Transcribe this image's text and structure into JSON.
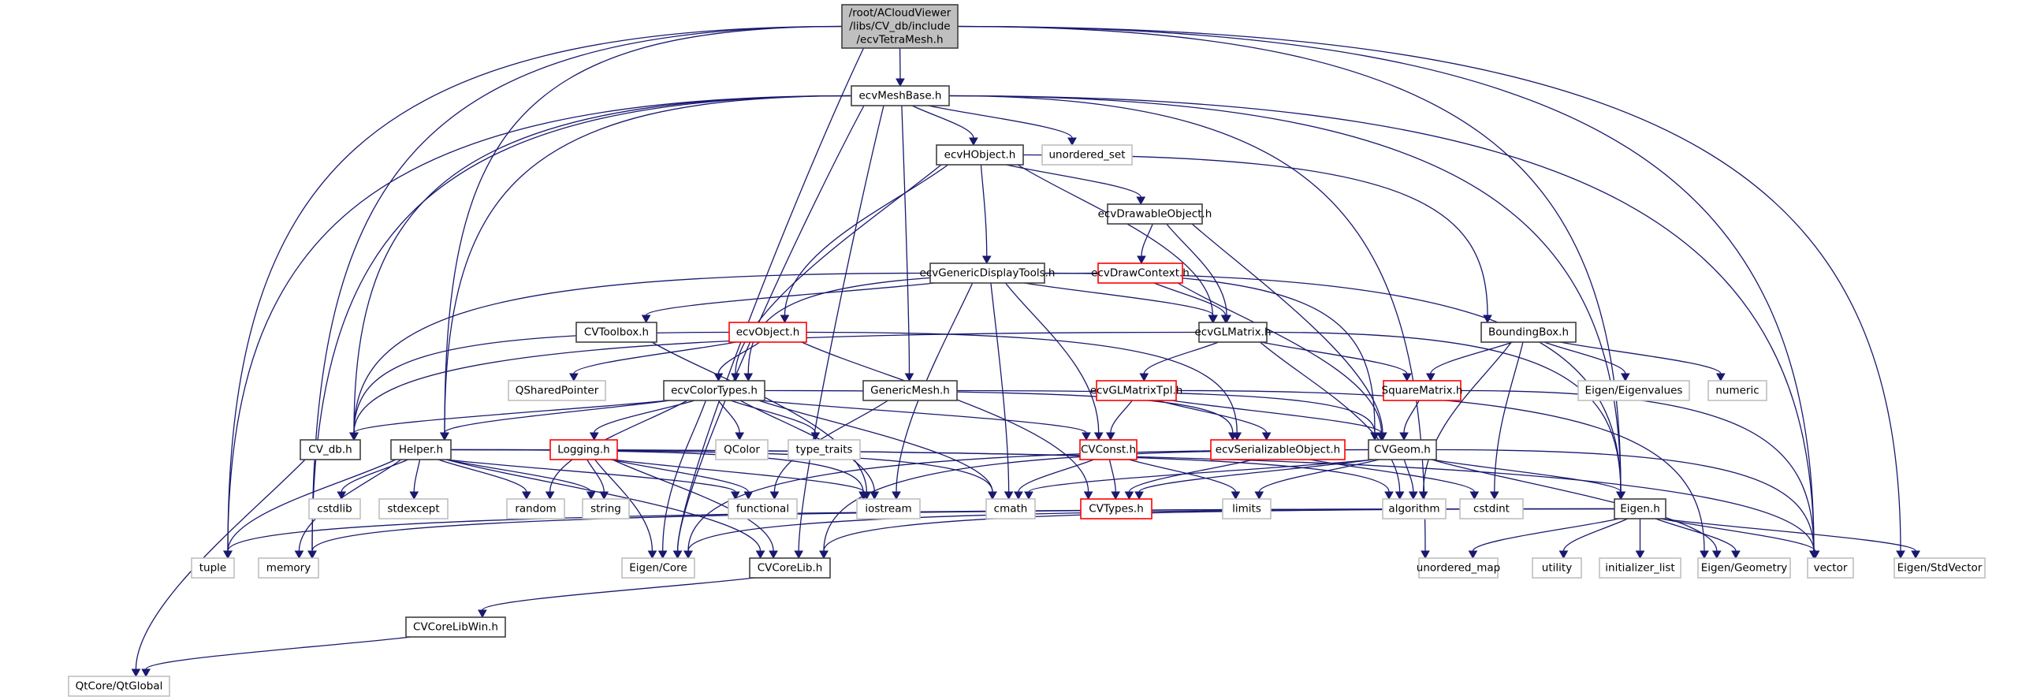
{
  "title": "Include dependency graph for ecvTetraMesh.h",
  "colors": {
    "edge": "#191970",
    "root_fill": "#bfbfbf",
    "documented_border": "#404040",
    "truncated_border": "#ff0000",
    "external_border": "#bfbfbf"
  },
  "nodes": [
    {
      "id": "ecvTetraMesh",
      "lines": [
        "/root/ACloudViewer",
        "/libs/CV_db/include",
        "/ecvTetraMesh.h"
      ],
      "kind": "root"
    },
    {
      "id": "ecvMeshBase",
      "lines": [
        "ecvMeshBase.h"
      ],
      "kind": "doc"
    },
    {
      "id": "ecvHObject",
      "lines": [
        "ecvHObject.h"
      ],
      "kind": "doc"
    },
    {
      "id": "unordered_set",
      "lines": [
        "unordered_set"
      ],
      "kind": "ext"
    },
    {
      "id": "ecvDrawableObject",
      "lines": [
        "ecvDrawableObject.h"
      ],
      "kind": "doc"
    },
    {
      "id": "ecvGenericDisplayTools",
      "lines": [
        "ecvGenericDisplayTools.h"
      ],
      "kind": "doc"
    },
    {
      "id": "ecvDrawContext",
      "lines": [
        "ecvDrawContext.h"
      ],
      "kind": "red"
    },
    {
      "id": "CVToolbox",
      "lines": [
        "CVToolbox.h"
      ],
      "kind": "doc"
    },
    {
      "id": "ecvObject",
      "lines": [
        "ecvObject.h"
      ],
      "kind": "red"
    },
    {
      "id": "ecvGLMatrix",
      "lines": [
        "ecvGLMatrix.h"
      ],
      "kind": "doc"
    },
    {
      "id": "BoundingBox",
      "lines": [
        "BoundingBox.h"
      ],
      "kind": "doc"
    },
    {
      "id": "QSharedPointer",
      "lines": [
        "QSharedPointer"
      ],
      "kind": "ext"
    },
    {
      "id": "ecvColorTypes",
      "lines": [
        "ecvColorTypes.h"
      ],
      "kind": "doc"
    },
    {
      "id": "GenericMesh",
      "lines": [
        "GenericMesh.h"
      ],
      "kind": "doc"
    },
    {
      "id": "ecvGLMatrixTpl",
      "lines": [
        "ecvGLMatrixTpl.h"
      ],
      "kind": "red"
    },
    {
      "id": "SquareMatrix",
      "lines": [
        "SquareMatrix.h"
      ],
      "kind": "red"
    },
    {
      "id": "Eigen_Eigenvalues",
      "lines": [
        "Eigen/Eigenvalues"
      ],
      "kind": "ext"
    },
    {
      "id": "numeric",
      "lines": [
        "numeric"
      ],
      "kind": "ext"
    },
    {
      "id": "CV_db",
      "lines": [
        "CV_db.h"
      ],
      "kind": "doc"
    },
    {
      "id": "Helper",
      "lines": [
        "Helper.h"
      ],
      "kind": "doc"
    },
    {
      "id": "Logging",
      "lines": [
        "Logging.h"
      ],
      "kind": "red"
    },
    {
      "id": "QColor",
      "lines": [
        "QColor"
      ],
      "kind": "ext"
    },
    {
      "id": "type_traits",
      "lines": [
        "type_traits"
      ],
      "kind": "ext"
    },
    {
      "id": "CVConst",
      "lines": [
        "CVConst.h"
      ],
      "kind": "red"
    },
    {
      "id": "ecvSerializableObject",
      "lines": [
        "ecvSerializableObject.h"
      ],
      "kind": "red"
    },
    {
      "id": "CVGeom",
      "lines": [
        "CVGeom.h"
      ],
      "kind": "doc"
    },
    {
      "id": "cstdlib",
      "lines": [
        "cstdlib"
      ],
      "kind": "ext"
    },
    {
      "id": "stdexcept",
      "lines": [
        "stdexcept"
      ],
      "kind": "ext"
    },
    {
      "id": "random",
      "lines": [
        "random"
      ],
      "kind": "ext"
    },
    {
      "id": "string",
      "lines": [
        "string"
      ],
      "kind": "ext"
    },
    {
      "id": "functional",
      "lines": [
        "functional"
      ],
      "kind": "ext"
    },
    {
      "id": "iostream",
      "lines": [
        "iostream"
      ],
      "kind": "ext"
    },
    {
      "id": "cmath",
      "lines": [
        "cmath"
      ],
      "kind": "ext"
    },
    {
      "id": "CVTypes",
      "lines": [
        "CVTypes.h"
      ],
      "kind": "red"
    },
    {
      "id": "limits",
      "lines": [
        "limits"
      ],
      "kind": "ext"
    },
    {
      "id": "algorithm",
      "lines": [
        "algorithm"
      ],
      "kind": "ext"
    },
    {
      "id": "cstdint",
      "lines": [
        "cstdint"
      ],
      "kind": "ext"
    },
    {
      "id": "Eigen",
      "lines": [
        "Eigen.h"
      ],
      "kind": "doc"
    },
    {
      "id": "tuple",
      "lines": [
        "tuple"
      ],
      "kind": "ext"
    },
    {
      "id": "memory",
      "lines": [
        "memory"
      ],
      "kind": "ext"
    },
    {
      "id": "Eigen_Core",
      "lines": [
        "Eigen/Core"
      ],
      "kind": "ext"
    },
    {
      "id": "CVCoreLib",
      "lines": [
        "CVCoreLib.h"
      ],
      "kind": "doc"
    },
    {
      "id": "unordered_map",
      "lines": [
        "unordered_map"
      ],
      "kind": "ext"
    },
    {
      "id": "utility",
      "lines": [
        "utility"
      ],
      "kind": "ext"
    },
    {
      "id": "initializer_list",
      "lines": [
        "initializer_list"
      ],
      "kind": "ext"
    },
    {
      "id": "Eigen_Geometry",
      "lines": [
        "Eigen/Geometry"
      ],
      "kind": "ext"
    },
    {
      "id": "vector",
      "lines": [
        "vector"
      ],
      "kind": "ext"
    },
    {
      "id": "Eigen_StdVector",
      "lines": [
        "Eigen/StdVector"
      ],
      "kind": "ext"
    },
    {
      "id": "CVCoreLibWin",
      "lines": [
        "CVCoreLibWin.h"
      ],
      "kind": "doc"
    },
    {
      "id": "QtCore_QtGlobal",
      "lines": [
        "QtCore/QtGlobal"
      ],
      "kind": "ext"
    }
  ],
  "edges": [
    [
      "ecvTetraMesh",
      "ecvMeshBase"
    ],
    [
      "ecvTetraMesh",
      "Helper"
    ],
    [
      "ecvTetraMesh",
      "tuple"
    ],
    [
      "ecvTetraMesh",
      "memory"
    ],
    [
      "ecvTetraMesh",
      "Eigen_Core"
    ],
    [
      "ecvTetraMesh",
      "Eigen"
    ],
    [
      "ecvTetraMesh",
      "vector"
    ],
    [
      "ecvTetraMesh",
      "Eigen_StdVector"
    ],
    [
      "ecvMeshBase",
      "ecvHObject"
    ],
    [
      "ecvMeshBase",
      "unordered_set"
    ],
    [
      "ecvMeshBase",
      "GenericMesh"
    ],
    [
      "ecvMeshBase",
      "CV_db"
    ],
    [
      "ecvMeshBase",
      "Helper"
    ],
    [
      "ecvMeshBase",
      "tuple"
    ],
    [
      "ecvMeshBase",
      "memory"
    ],
    [
      "ecvMeshBase",
      "Eigen_Core"
    ],
    [
      "ecvMeshBase",
      "Eigen"
    ],
    [
      "ecvMeshBase",
      "vector"
    ],
    [
      "ecvMeshBase",
      "unordered_map"
    ],
    [
      "ecvMeshBase",
      "CVCoreLib"
    ],
    [
      "ecvHObject",
      "ecvDrawableObject"
    ],
    [
      "ecvHObject",
      "ecvGenericDisplayTools"
    ],
    [
      "ecvHObject",
      "ecvObject"
    ],
    [
      "ecvHObject",
      "ecvGLMatrix"
    ],
    [
      "ecvHObject",
      "BoundingBox"
    ],
    [
      "ecvHObject",
      "ecvColorTypes"
    ],
    [
      "ecvDrawableObject",
      "ecvDrawContext"
    ],
    [
      "ecvDrawableObject",
      "ecvGLMatrix"
    ],
    [
      "ecvDrawableObject",
      "CVGeom"
    ],
    [
      "ecvGenericDisplayTools",
      "CVToolbox"
    ],
    [
      "ecvGenericDisplayTools",
      "ecvGLMatrix"
    ],
    [
      "ecvGenericDisplayTools",
      "CV_db"
    ],
    [
      "ecvGenericDisplayTools",
      "CVConst"
    ],
    [
      "ecvGenericDisplayTools",
      "iostream"
    ],
    [
      "ecvGenericDisplayTools",
      "cmath"
    ],
    [
      "ecvGenericDisplayTools",
      "CVGeom"
    ],
    [
      "ecvGenericDisplayTools",
      "Eigen"
    ],
    [
      "ecvDrawContext",
      "ecvGLMatrix"
    ],
    [
      "ecvDrawContext",
      "ecvColorTypes"
    ],
    [
      "ecvDrawContext",
      "CVGeom"
    ],
    [
      "CVToolbox",
      "iostream"
    ],
    [
      "ecvObject",
      "QSharedPointer"
    ],
    [
      "ecvObject",
      "ecvColorTypes"
    ],
    [
      "ecvObject",
      "CV_db"
    ],
    [
      "ecvObject",
      "ecvSerializableObject"
    ],
    [
      "ecvObject",
      "CVTypes"
    ],
    [
      "ecvGLMatrix",
      "ecvGLMatrixTpl"
    ],
    [
      "ecvGLMatrix",
      "SquareMatrix"
    ],
    [
      "ecvGLMatrix",
      "CV_db"
    ],
    [
      "ecvGLMatrix",
      "algorithm"
    ],
    [
      "ecvGLMatrix",
      "Eigen"
    ],
    [
      "BoundingBox",
      "SquareMatrix"
    ],
    [
      "BoundingBox",
      "Eigen_Eigenvalues"
    ],
    [
      "BoundingBox",
      "numeric"
    ],
    [
      "BoundingBox",
      "cstdint"
    ],
    [
      "BoundingBox",
      "algorithm"
    ],
    [
      "ecvColorTypes",
      "CV_db"
    ],
    [
      "ecvColorTypes",
      "Helper"
    ],
    [
      "ecvColorTypes",
      "Logging"
    ],
    [
      "ecvColorTypes",
      "QColor"
    ],
    [
      "ecvColorTypes",
      "type_traits"
    ],
    [
      "ecvColorTypes",
      "CVConst"
    ],
    [
      "ecvColorTypes",
      "ecvSerializableObject"
    ],
    [
      "ecvColorTypes",
      "random"
    ],
    [
      "ecvColorTypes",
      "cmath"
    ],
    [
      "ecvColorTypes",
      "Eigen_Core"
    ],
    [
      "ecvColorTypes",
      "iostream"
    ],
    [
      "GenericMesh",
      "CVGeom"
    ],
    [
      "GenericMesh",
      "functional"
    ],
    [
      "ecvGLMatrixTpl",
      "CVConst"
    ],
    [
      "ecvGLMatrixTpl",
      "ecvSerializableObject"
    ],
    [
      "ecvGLMatrixTpl",
      "CVGeom"
    ],
    [
      "ecvGLMatrixTpl",
      "Eigen_Geometry"
    ],
    [
      "SquareMatrix",
      "CVGeom"
    ],
    [
      "SquareMatrix",
      "vector"
    ],
    [
      "CV_db",
      "QtCore_QtGlobal"
    ],
    [
      "Helper",
      "cstdlib"
    ],
    [
      "Helper",
      "stdexcept"
    ],
    [
      "Helper",
      "random"
    ],
    [
      "Helper",
      "string"
    ],
    [
      "Helper",
      "functional"
    ],
    [
      "Helper",
      "iostream"
    ],
    [
      "Helper",
      "cmath"
    ],
    [
      "Helper",
      "tuple"
    ],
    [
      "Helper",
      "memory"
    ],
    [
      "Helper",
      "CVCoreLib"
    ],
    [
      "Helper",
      "vector"
    ],
    [
      "Helper",
      "algorithm"
    ],
    [
      "Logging",
      "string"
    ],
    [
      "Logging",
      "functional"
    ],
    [
      "Logging",
      "iostream"
    ],
    [
      "Logging",
      "Eigen_Core"
    ],
    [
      "Logging",
      "CVCoreLib"
    ],
    [
      "CVConst",
      "CVTypes"
    ],
    [
      "CVConst",
      "limits"
    ],
    [
      "CVConst",
      "cmath"
    ],
    [
      "ecvSerializableObject",
      "CVTypes"
    ],
    [
      "ecvSerializableObject",
      "cstdint"
    ],
    [
      "CVGeom",
      "CVTypes"
    ],
    [
      "CVGeom",
      "limits"
    ],
    [
      "CVGeom",
      "algorithm"
    ],
    [
      "CVGeom",
      "cmath"
    ],
    [
      "CVGeom",
      "Eigen"
    ],
    [
      "CVGeom",
      "Eigen_Core"
    ],
    [
      "CVGeom",
      "CVCoreLib"
    ],
    [
      "CVGeom",
      "vector"
    ],
    [
      "CVGeom",
      "Eigen_Geometry"
    ],
    [
      "Eigen",
      "tuple"
    ],
    [
      "Eigen",
      "memory"
    ],
    [
      "Eigen",
      "Eigen_Core"
    ],
    [
      "Eigen",
      "unordered_map"
    ],
    [
      "Eigen",
      "utility"
    ],
    [
      "Eigen",
      "initializer_list"
    ],
    [
      "Eigen",
      "Eigen_Geometry"
    ],
    [
      "Eigen",
      "vector"
    ],
    [
      "Eigen",
      "Eigen_StdVector"
    ],
    [
      "Eigen",
      "CVCoreLib"
    ],
    [
      "CVCoreLib",
      "CVCoreLibWin"
    ],
    [
      "CVCoreLibWin",
      "QtCore_QtGlobal"
    ]
  ]
}
